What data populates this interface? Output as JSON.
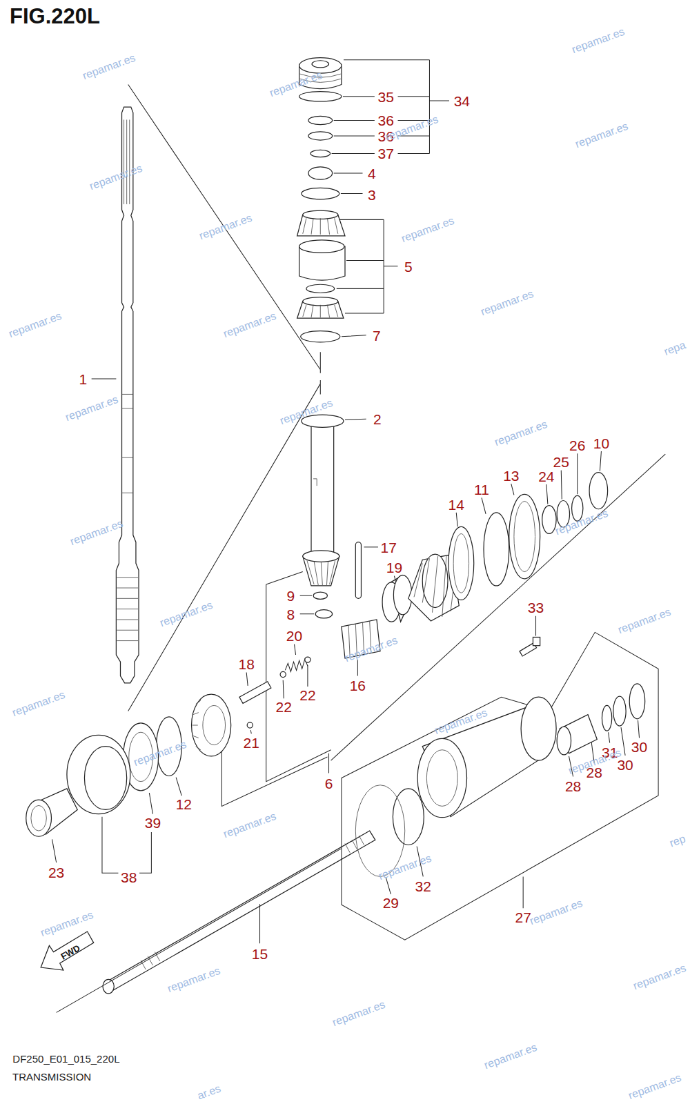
{
  "diagram": {
    "title": "FIG.220L",
    "caption": "TRANSMISSION",
    "labels": [
      "35",
      "34",
      "36",
      "36",
      "37",
      "4",
      "3",
      "5",
      "7",
      "1",
      "2",
      "26",
      "10",
      "25",
      "24",
      "13",
      "11",
      "14",
      "17",
      "19",
      "9",
      "8",
      "33",
      "20",
      "18",
      "16",
      "22",
      "22",
      "21",
      "31",
      "30",
      "30",
      "28",
      "28",
      "6",
      "12",
      "39",
      "23",
      "38",
      "29",
      "32",
      "27",
      "15",
      "FWD",
      "DF250_E01_015_220L",
      "repamar.es",
      "repamar.es",
      "repamar.es",
      "repamar.es",
      "repamar.es",
      "repamar.es",
      "repamar.es",
      "repamar.es",
      "repamar.es",
      "repamar.es",
      "repamar.es",
      "repa",
      "repamar.es",
      "repamar.es",
      "repamar.es",
      "repamar.es",
      "repamar.es",
      "repamar.es",
      "repamar.es",
      "repamar.es",
      "repamar.es",
      "repamar.es",
      "repamar.es",
      "repamar.es",
      "repamar.es",
      "rep",
      "repamar.es",
      "repamar.es",
      "repamar.es",
      "repamar.es",
      "repamar.es",
      "repamar.es",
      "repamar.es",
      "ar.es",
      "repamar.es"
    ]
  }
}
